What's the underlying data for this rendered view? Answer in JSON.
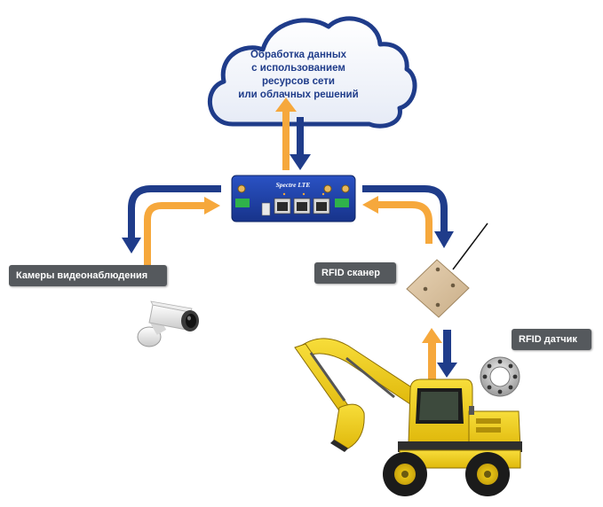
{
  "cloud": {
    "lines": [
      "Обработка данных",
      "с использованием",
      "ресурсов сети",
      "или облачных решений"
    ]
  },
  "router": {
    "brand": "Spectre LTE"
  },
  "labels": {
    "cameras": "Камеры видеонаблюдения",
    "rfid_scanner": "RFID сканер",
    "rfid_sensor": "RFID датчик"
  },
  "colors": {
    "arrow_blue": "#1f3c8a",
    "arrow_orange": "#f6a83c",
    "cloud_outline": "#1f3c8a",
    "router_body": "#1d3fa0",
    "callout_bg": "#55595d",
    "excavator_yellow": "#f3d01b"
  },
  "icons": [
    "cloud-icon",
    "router-icon",
    "camera-icon",
    "rfid-scanner-icon",
    "rfid-sensor-icon",
    "excavator-icon"
  ]
}
